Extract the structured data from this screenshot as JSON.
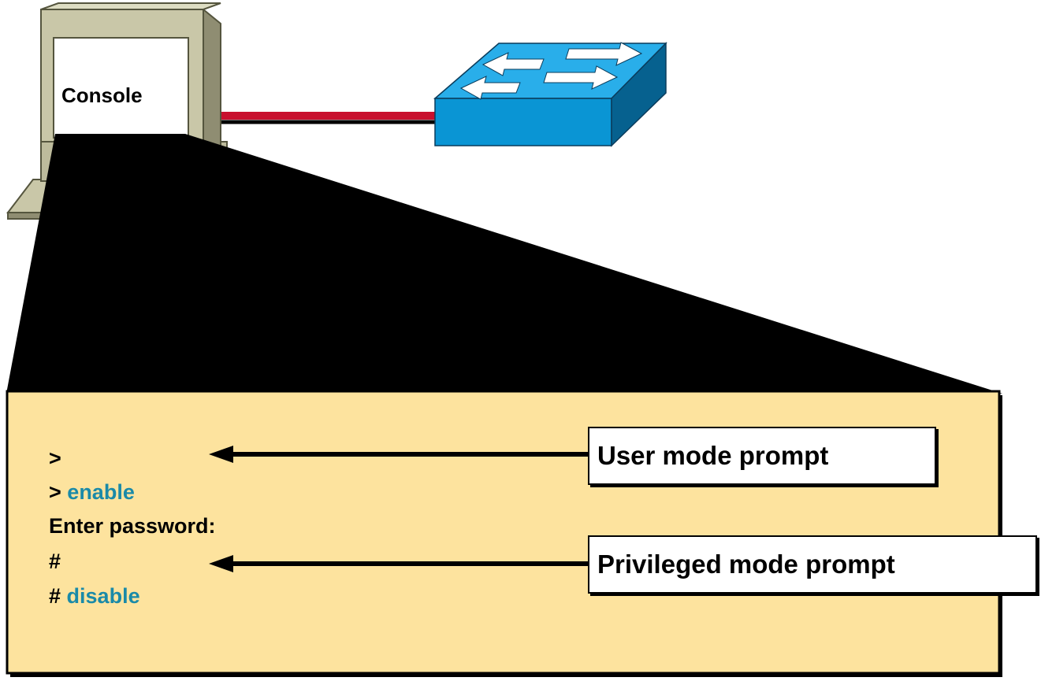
{
  "console": {
    "label": "Console"
  },
  "terminal": {
    "lines": [
      {
        "prompt": ">",
        "command": ""
      },
      {
        "prompt": ">",
        "command": "enable"
      },
      {
        "prompt": "Enter password:",
        "command": ""
      },
      {
        "prompt": "#",
        "command": ""
      },
      {
        "prompt": "#",
        "command": "disable"
      }
    ]
  },
  "callouts": {
    "user_mode": "User mode prompt",
    "privileged_mode": "Privileged mode prompt"
  },
  "colors": {
    "terminal_bg": "#fde39e",
    "command_text": "#1a8aa8",
    "switch_top": "#29aeea",
    "switch_front": "#0a95d4",
    "switch_side": "#06618f",
    "cable_red": "#c8102e",
    "computer_body": "#c9c7a8"
  }
}
